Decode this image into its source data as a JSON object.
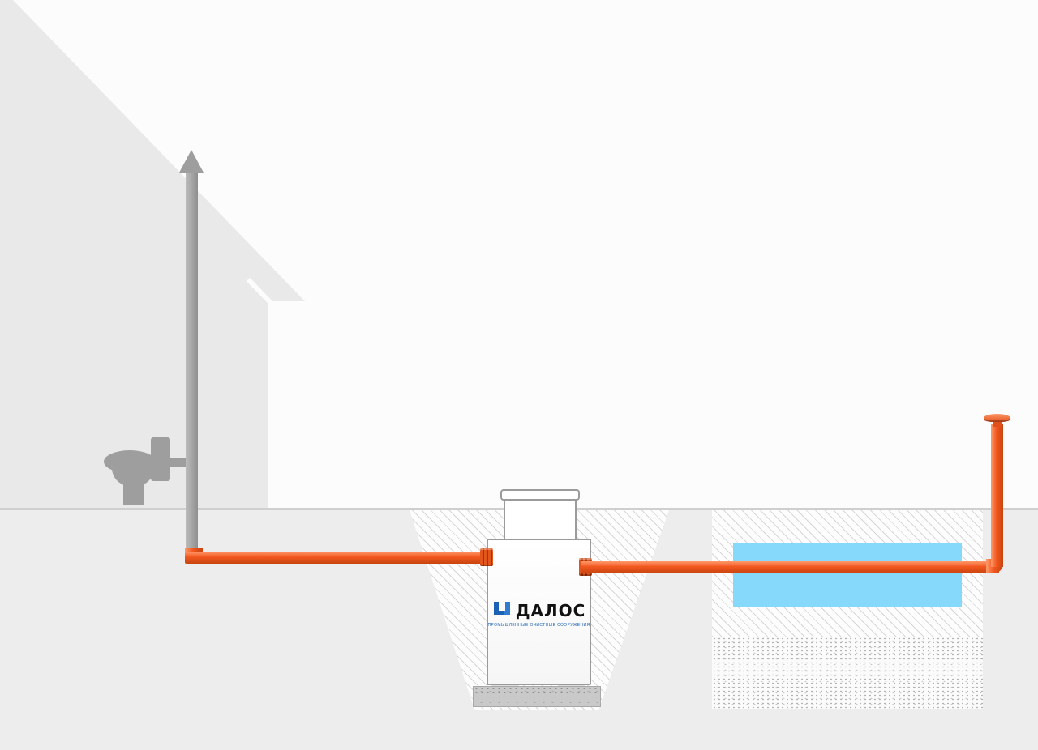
{
  "diagram": {
    "type": "septic-tank-installation-scheme",
    "tank": {
      "brand": "ДАЛОС",
      "brand_subtitle": "ПРОМЫШЛЕННЫЕ ОЧИСТНЫЕ СООРУЖЕНИЯ"
    },
    "colors": {
      "pipe_orange": "#f2571f",
      "pipe_orange_light": "#ff9a6b",
      "pipe_orange_dark": "#c8440f",
      "pipe_gray": "#9e9e9e",
      "house_gray": "#e9e9e9",
      "ground_gray": "#ededed",
      "ground_line": "#cfcfcf",
      "water_blue": "#86d9fb",
      "hatch_line": "#d6d6d6",
      "tank_outline": "#9b9b9b",
      "logo_blue": "#1b61b4",
      "brand_text": "#111111"
    }
  }
}
